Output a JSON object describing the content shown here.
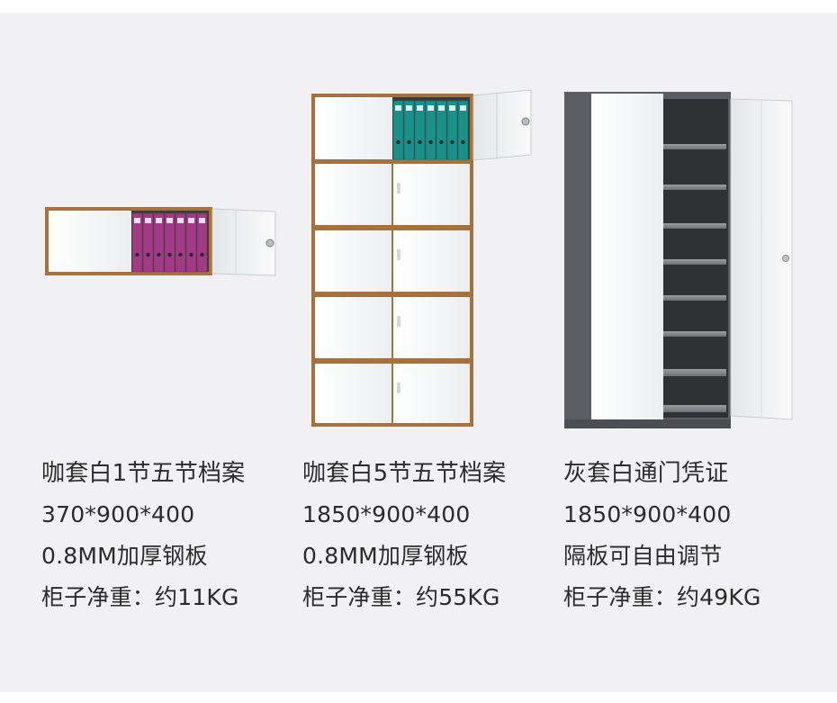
{
  "products": [
    {
      "title": "咖套白1节五节档案",
      "size": "370*900*400",
      "spec": "0.8MM加厚钢板",
      "weight": "柜子净重：约11KG",
      "trim_color": "#a5713d",
      "binder_color": "#a23a85"
    },
    {
      "title": "咖套白5节五节档案",
      "size": "1850*900*400",
      "spec": "0.8MM加厚钢板",
      "weight": "柜子净重：约55KG",
      "trim_color": "#a5713d",
      "binder_color": "#1a9188"
    },
    {
      "title": "灰套白通门凭证",
      "size": "1850*900*400",
      "spec": "隔板可自由调节",
      "weight": "柜子净重：约49KG",
      "body_color": "#5a5d62"
    }
  ]
}
